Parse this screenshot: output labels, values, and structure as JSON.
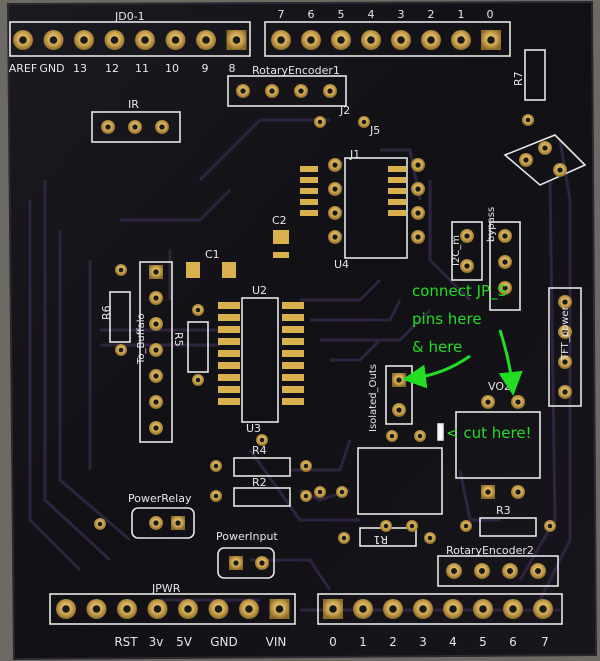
{
  "labels": {
    "header_jd": "JD0-1",
    "header_top_left_pins": [
      "AREF",
      "GND",
      "13",
      "12",
      "11",
      "10",
      "9",
      "8"
    ],
    "header_top_right_pins": [
      "7",
      "6",
      "5",
      "4",
      "3",
      "2",
      "1",
      "0"
    ],
    "rotary1": "RotaryEncoder1",
    "j2": "J2",
    "ir": "IR",
    "j5": "J5",
    "j1": "J1",
    "r7": "R7",
    "c2": "C2",
    "c1": "C1",
    "u4": "U4",
    "i2c": "I2C_m",
    "bypass": "bypass",
    "u2": "U2",
    "r6": "R6",
    "to_buffalo": "To_Buffalo",
    "r5": "R5",
    "tft_power": "TFT_power",
    "isolated_outs": "Isolated_Outs",
    "vo2": "VO2",
    "u3": "U3",
    "r4": "R4",
    "r2": "R2",
    "power_relay": "PowerRelay",
    "power_input": "PowerInput",
    "r1": "R1",
    "r3": "R3",
    "rotary2": "RotaryEncoder2",
    "jpwr": "JPWR",
    "bottom_left_pins": [
      "RST",
      "3v",
      "5V",
      "GND",
      "VIN"
    ],
    "bottom_right_pins": [
      "0",
      "1",
      "2",
      "3",
      "4",
      "5",
      "6",
      "7"
    ],
    "annotation_connect": [
      "connect JP_S",
      "pins here",
      "& here"
    ],
    "annotation_cut": "< cut here!"
  },
  "colors": {
    "board": "#141318",
    "silkscreen": "#e8e8e8",
    "trace": "#2c2438",
    "gold": "#c8a24a",
    "annotation_green": "#22dd22"
  }
}
